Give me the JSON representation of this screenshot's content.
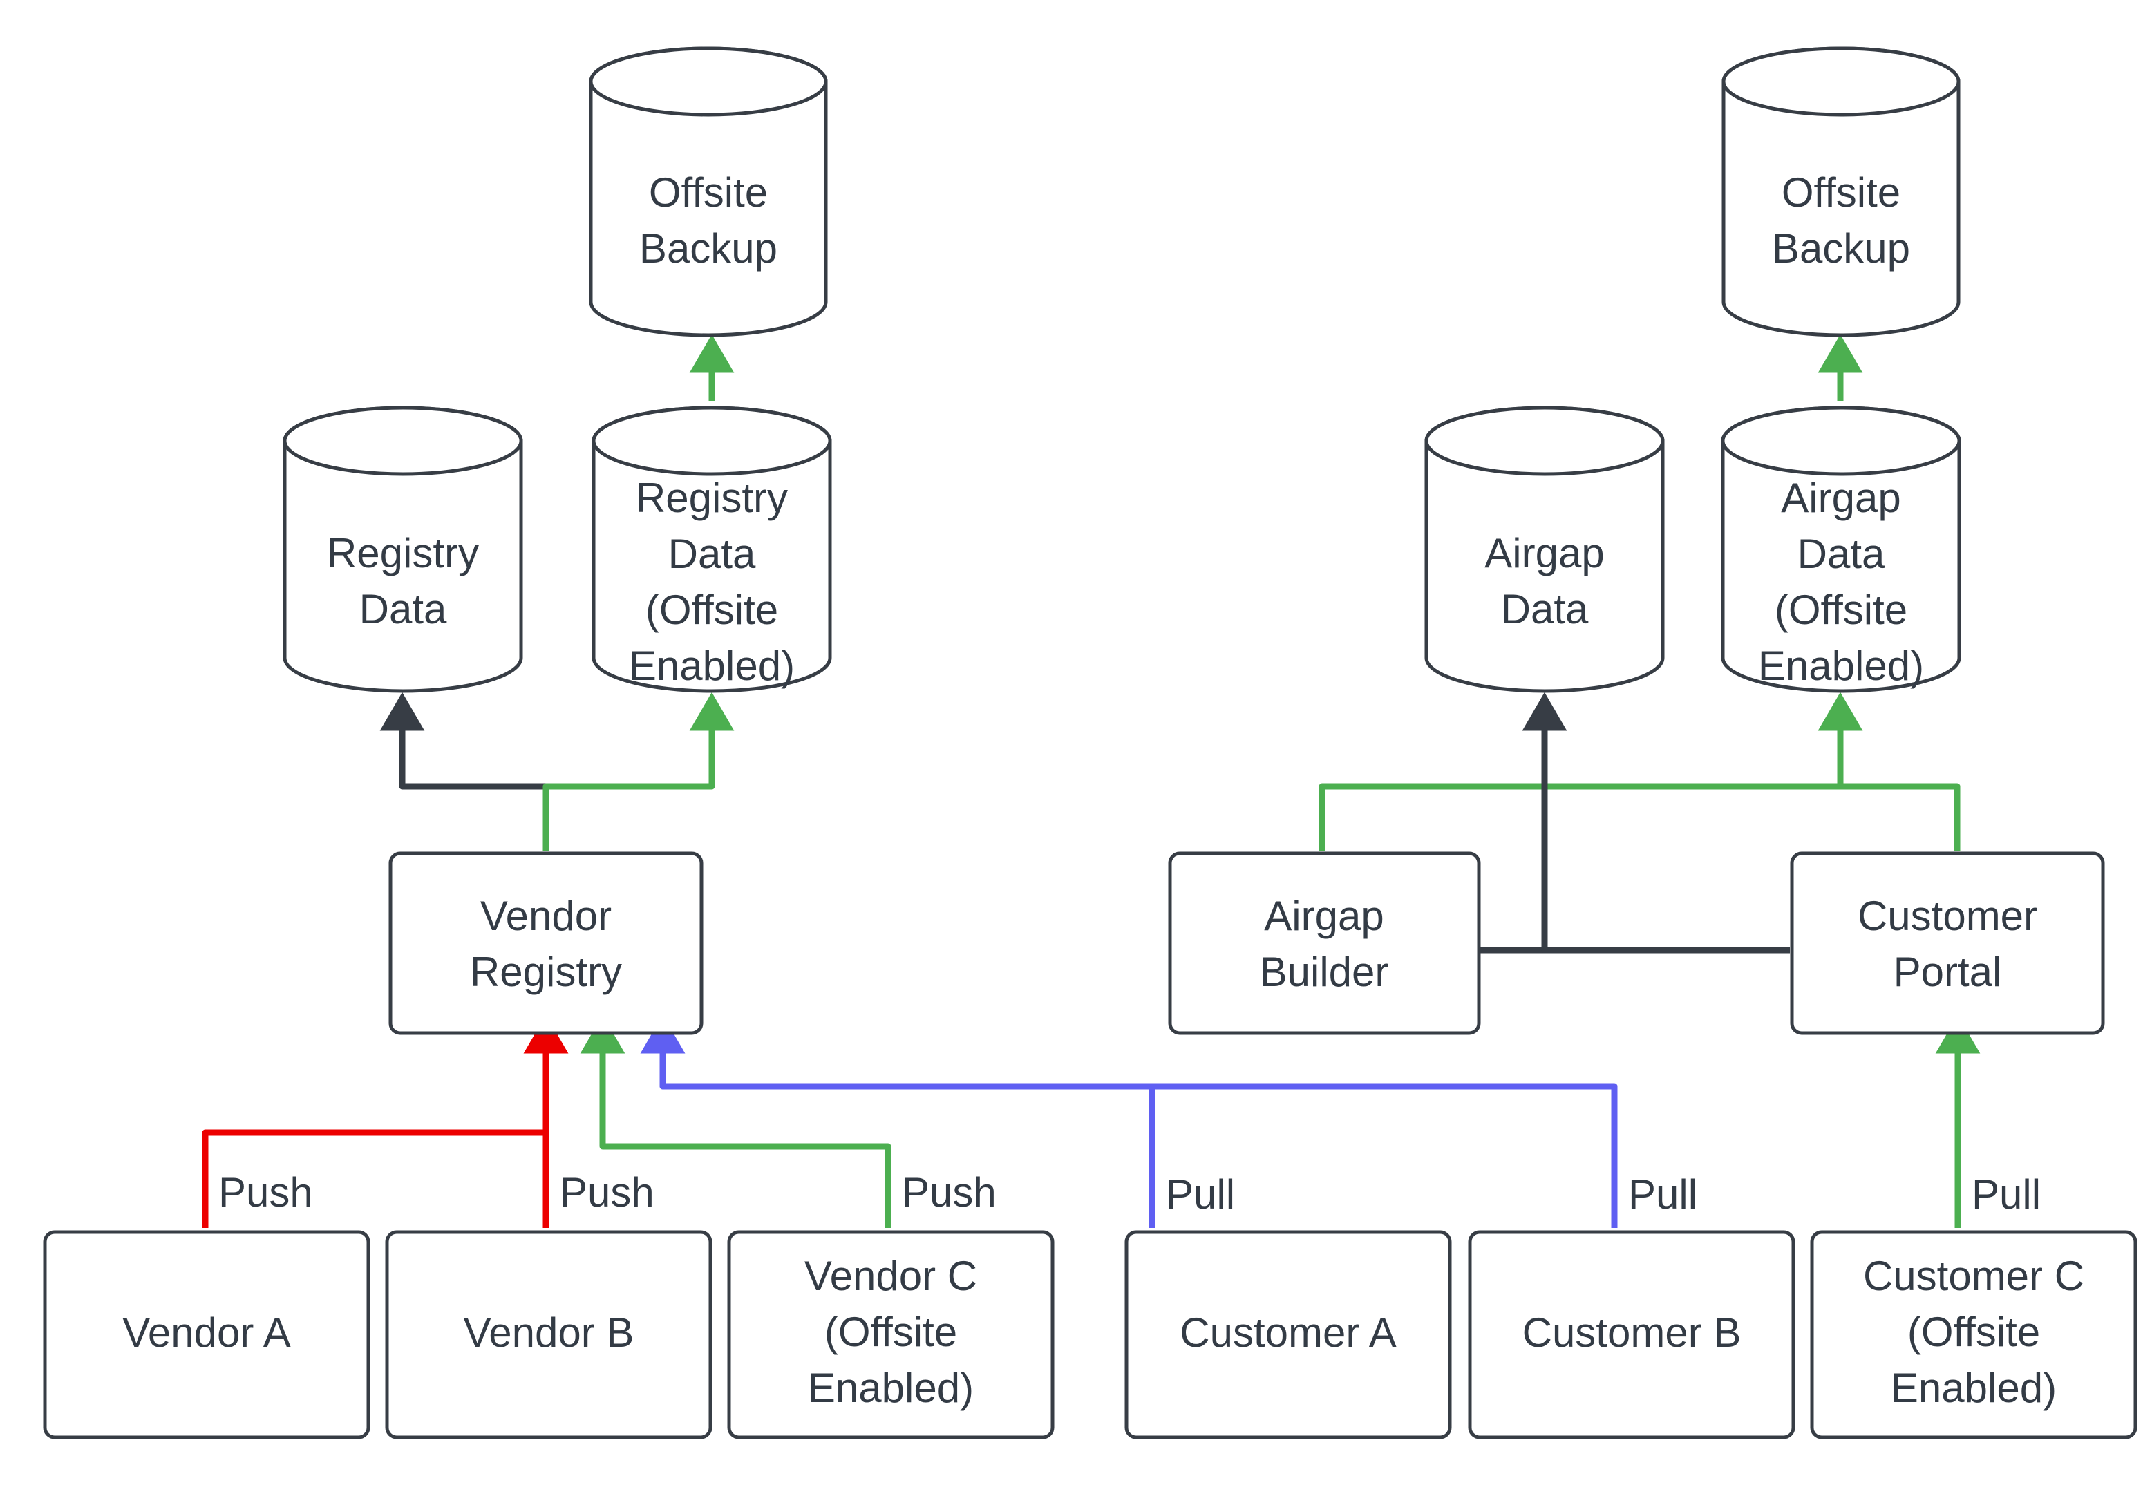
{
  "diagram": {
    "title": "Vendor / Customer registry replication and offsite backup flow",
    "colors": {
      "stroke_dark": "#373d45",
      "text": "#333b45",
      "green": "#4caf50",
      "red": "#ec0000",
      "blue": "#5f5ff2",
      "background": "#ffffff"
    },
    "nodes": {
      "offsite_backup_left": {
        "label_line1": "Offsite",
        "label_line2": "Backup",
        "shape": "cylinder"
      },
      "registry_data": {
        "label_line1": "Registry",
        "label_line2": "Data",
        "shape": "cylinder"
      },
      "registry_data_offsite": {
        "label_line1": "Registry",
        "label_line2": "Data",
        "label_line3": "(Offsite",
        "label_line4": "Enabled)",
        "shape": "cylinder"
      },
      "vendor_registry": {
        "label_line1": "Vendor",
        "label_line2": "Registry",
        "shape": "box"
      },
      "vendor_a": {
        "label_line1": "Vendor A",
        "shape": "box"
      },
      "vendor_b": {
        "label_line1": "Vendor B",
        "shape": "box"
      },
      "vendor_c": {
        "label_line1": "Vendor C",
        "label_line2": "(Offsite",
        "label_line3": "Enabled)",
        "shape": "box"
      },
      "offsite_backup_right": {
        "label_line1": "Offsite",
        "label_line2": "Backup",
        "shape": "cylinder"
      },
      "airgap_data": {
        "label_line1": "Airgap",
        "label_line2": "Data",
        "shape": "cylinder"
      },
      "airgap_data_offsite": {
        "label_line1": "Airgap",
        "label_line2": "Data",
        "label_line3": "(Offsite",
        "label_line4": "Enabled)",
        "shape": "cylinder"
      },
      "airgap_builder": {
        "label_line1": "Airgap",
        "label_line2": "Builder",
        "shape": "box"
      },
      "customer_portal": {
        "label_line1": "Customer",
        "label_line2": "Portal",
        "shape": "box"
      },
      "customer_a": {
        "label_line1": "Customer A",
        "shape": "box"
      },
      "customer_b": {
        "label_line1": "Customer B",
        "shape": "box"
      },
      "customer_c": {
        "label_line1": "Customer C",
        "label_line2": "(Offsite",
        "label_line3": "Enabled)",
        "shape": "box"
      }
    },
    "edge_labels": {
      "vendor_a_push": "Push",
      "vendor_b_push": "Push",
      "vendor_c_push": "Push",
      "customer_a_pull": "Pull",
      "customer_b_pull": "Pull",
      "customer_c_pull": "Pull"
    },
    "edges": [
      {
        "from": "registry_data_offsite",
        "to": "offsite_backup_left",
        "color": "green",
        "label": ""
      },
      {
        "from": "vendor_registry",
        "to": "registry_data",
        "color": "dark",
        "label": ""
      },
      {
        "from": "vendor_registry",
        "to": "registry_data_offsite",
        "color": "green",
        "label": ""
      },
      {
        "from": "vendor_a",
        "to": "vendor_registry",
        "color": "red",
        "label": "Push"
      },
      {
        "from": "vendor_b",
        "to": "vendor_registry",
        "color": "red",
        "label": "Push"
      },
      {
        "from": "vendor_c",
        "to": "vendor_registry",
        "color": "green",
        "label": "Push"
      },
      {
        "from": "customer_a",
        "to": "vendor_registry",
        "color": "blue",
        "label": "Pull"
      },
      {
        "from": "customer_b",
        "to": "vendor_registry",
        "color": "blue",
        "label": "Pull"
      },
      {
        "from": "customer_c",
        "to": "customer_portal",
        "color": "green",
        "label": "Pull"
      },
      {
        "from": "airgap_data_offsite",
        "to": "offsite_backup_right",
        "color": "green",
        "label": ""
      },
      {
        "from": "customer_portal",
        "to": "airgap_data",
        "color": "dark",
        "label": ""
      },
      {
        "from": "airgap_builder",
        "to": "airgap_data_offsite",
        "color": "green",
        "label": ""
      },
      {
        "from": "customer_portal",
        "to": "airgap_data_offsite",
        "color": "green",
        "label": ""
      },
      {
        "from": "airgap_builder",
        "to": "customer_portal",
        "color": "dark",
        "label": ""
      }
    ]
  }
}
